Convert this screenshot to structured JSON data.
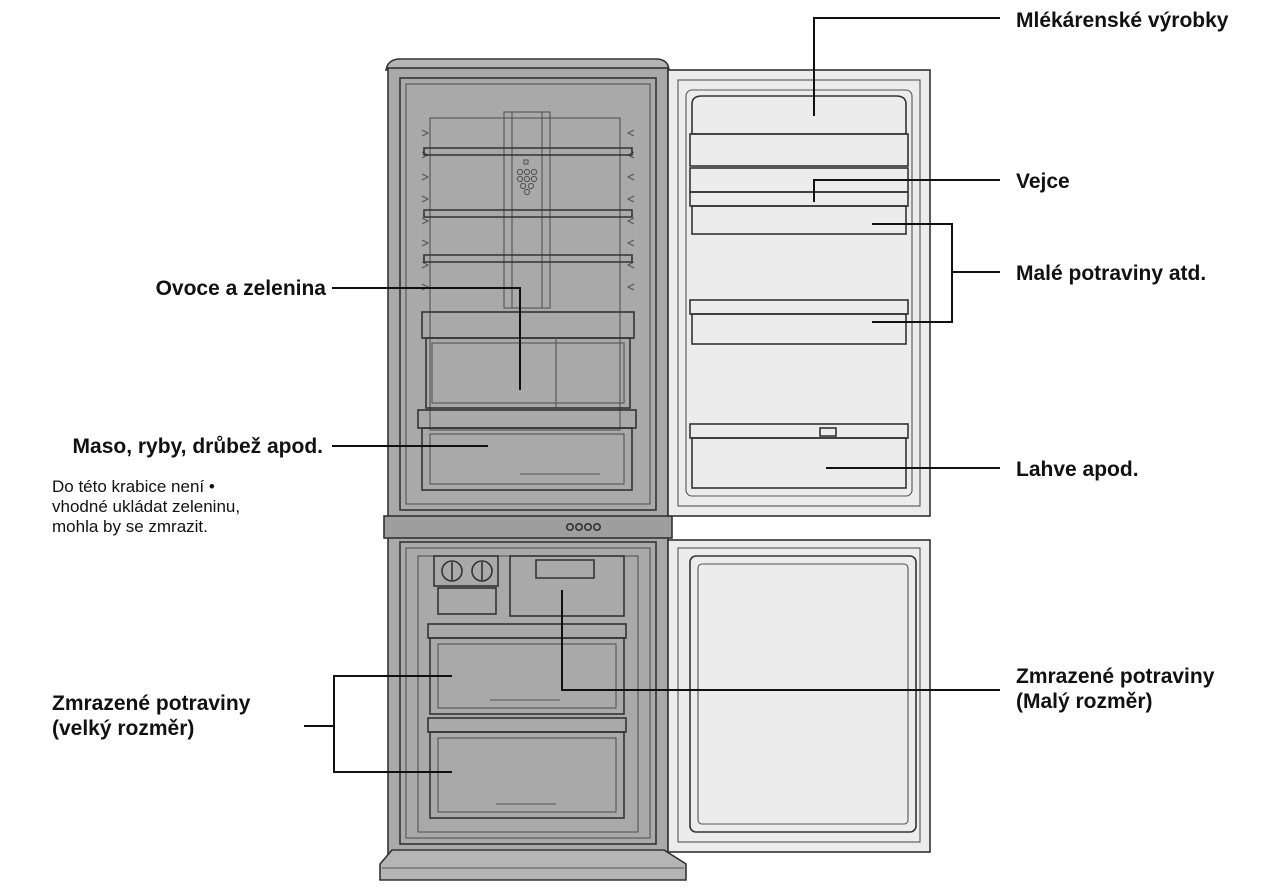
{
  "diagram": {
    "labels": {
      "dairy": "Mlékárenské výrobky",
      "eggs": "Vejce",
      "small_food": "Malé potraviny atd.",
      "bottles": "Lahve apod.",
      "fruit_veg": "Ovoce a zelenina",
      "meat_fish": "Maso, ryby, drůbež apod.",
      "frozen_small_line1": "Zmrazené potraviny",
      "frozen_small_line2": "(Malý rozměr)",
      "frozen_large_line1": "Zmrazené potraviny",
      "frozen_large_line2": "(velký rozměr)"
    },
    "note": {
      "line1": "Do této krabice není •",
      "line2": "vhodné ukládat zeleninu,",
      "line3": "mohla by se zmrazit."
    },
    "colors": {
      "cabinet_frame": "#a9a9a9",
      "cabinet_interior": "#e9e9e9",
      "back_panel": "#f5f5f5",
      "door": "#ececec",
      "divider_bar": "#9e9e9e",
      "line": "#111111"
    }
  }
}
